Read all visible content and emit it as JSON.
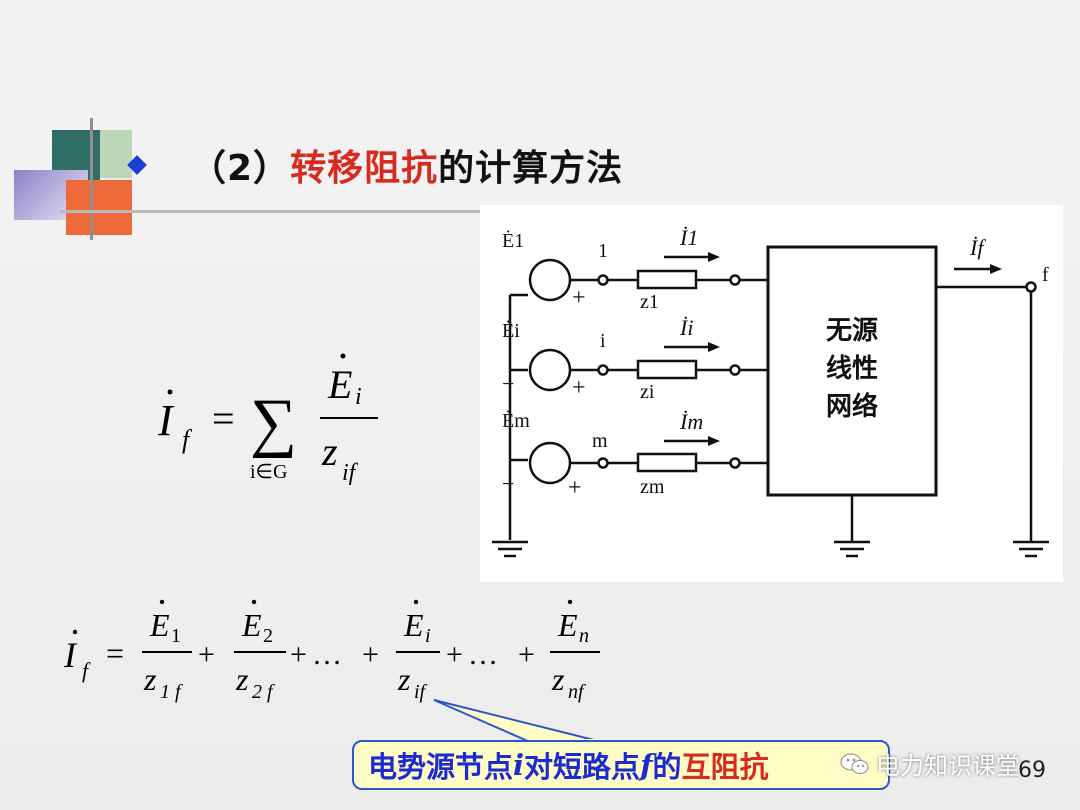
{
  "slide": {
    "title_prefix": "（2）",
    "title_highlight": "转移阻抗",
    "title_suffix": "的计算方法",
    "page_number": "69"
  },
  "circuit": {
    "source_labels": [
      "Ė1",
      "Ėi",
      "Ėm"
    ],
    "node_labels": [
      "1",
      "i",
      "m"
    ],
    "current_labels": [
      "İ1",
      "İi",
      "İm"
    ],
    "impedance_labels": [
      "z1",
      "zi",
      "zm"
    ],
    "fault_current_label": "İf",
    "fault_node_label": "f",
    "network_label_lines": [
      "无源",
      "线性",
      "网络"
    ],
    "plus_sign": "+",
    "minus_sign": "−"
  },
  "formula1": {
    "lhs": "I",
    "lhs_sub": "f",
    "equals": "=",
    "sum_symbol": "∑",
    "sum_index": "i∈G",
    "numerator": "E",
    "numerator_sub": "i",
    "denominator": "z",
    "denominator_sub": "if"
  },
  "formula2": {
    "lhs": "I",
    "lhs_sub": "f",
    "equals": "=",
    "plus": "+",
    "ellipsis": "…",
    "terms": [
      {
        "num": "E",
        "num_sub": "1",
        "den": "z",
        "den_sub": "1 f"
      },
      {
        "num": "E",
        "num_sub": "2",
        "den": "z",
        "den_sub": "2 f"
      },
      {
        "num": "E",
        "num_sub": "i",
        "den": "z",
        "den_sub": "if"
      },
      {
        "num": "E",
        "num_sub": "n",
        "den": "z",
        "den_sub": "nf"
      }
    ]
  },
  "callout": {
    "part1": "电势源节点",
    "var1": "i",
    "part2": " 对短路点",
    "var2": "f",
    "part3": " 的",
    "highlight": "互阻抗"
  },
  "watermark": {
    "text": "电力知识课堂"
  },
  "colors": {
    "accent_blue": "#1c2bd0",
    "accent_red": "#d62b1e",
    "callout_bg": "#fffcc6",
    "deco_teal": "#2f6f66",
    "deco_orange": "#ee6a3a",
    "deco_lavender": "#c8c2e6"
  }
}
